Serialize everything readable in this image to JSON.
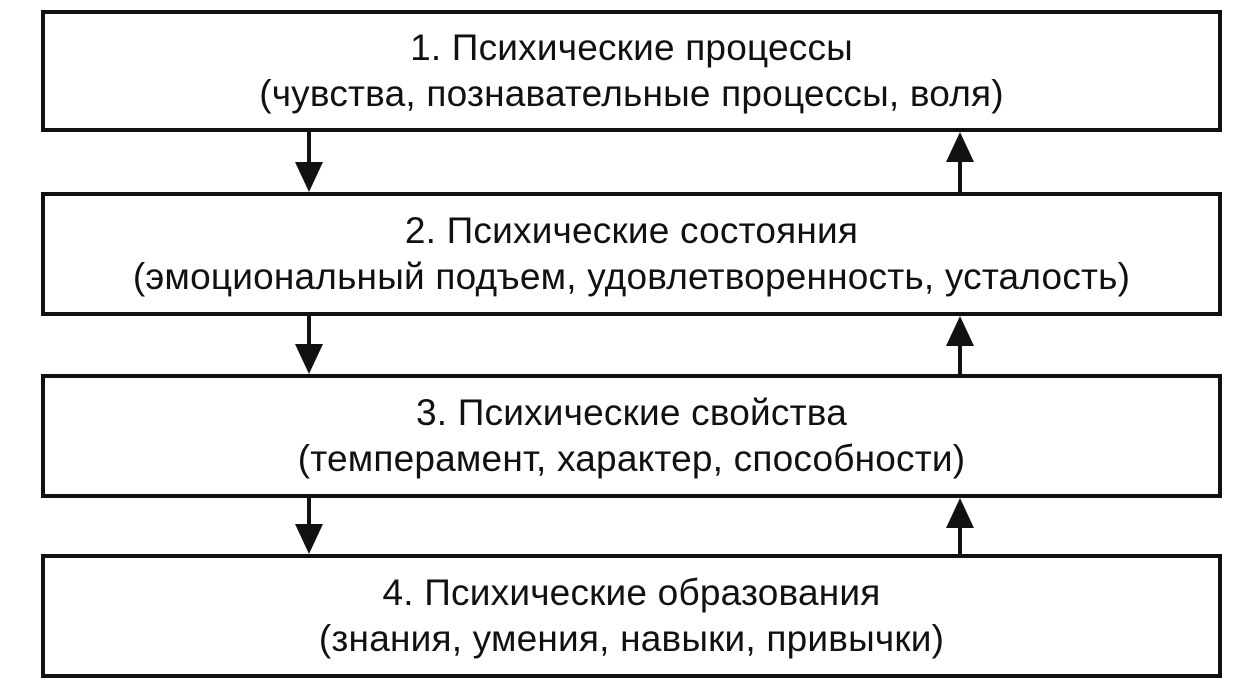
{
  "diagram": {
    "levels": [
      {
        "title": "1. Психические процессы",
        "subtitle": "(чувства, познавательные процессы, воля)"
      },
      {
        "title": "2. Психические состояния",
        "subtitle": "(эмоциональный подъем, удовлетворенность, усталость)"
      },
      {
        "title": "3. Психические свойства",
        "subtitle": "(темперамент, характер, способности)"
      },
      {
        "title": "4. Психические образования",
        "subtitle": "(знания, умения, навыки, привычки)"
      }
    ],
    "arrows": [
      {
        "from": "level-1",
        "to": "level-2",
        "direction": "down",
        "side": "left"
      },
      {
        "from": "level-2",
        "to": "level-1",
        "direction": "up",
        "side": "right"
      },
      {
        "from": "level-2",
        "to": "level-3",
        "direction": "down",
        "side": "left"
      },
      {
        "from": "level-3",
        "to": "level-2",
        "direction": "up",
        "side": "right"
      },
      {
        "from": "level-3",
        "to": "level-4",
        "direction": "down",
        "side": "left"
      },
      {
        "from": "level-4",
        "to": "level-3",
        "direction": "up",
        "side": "right"
      }
    ],
    "colors": {
      "stroke": "#111111",
      "background": "#ffffff"
    }
  }
}
